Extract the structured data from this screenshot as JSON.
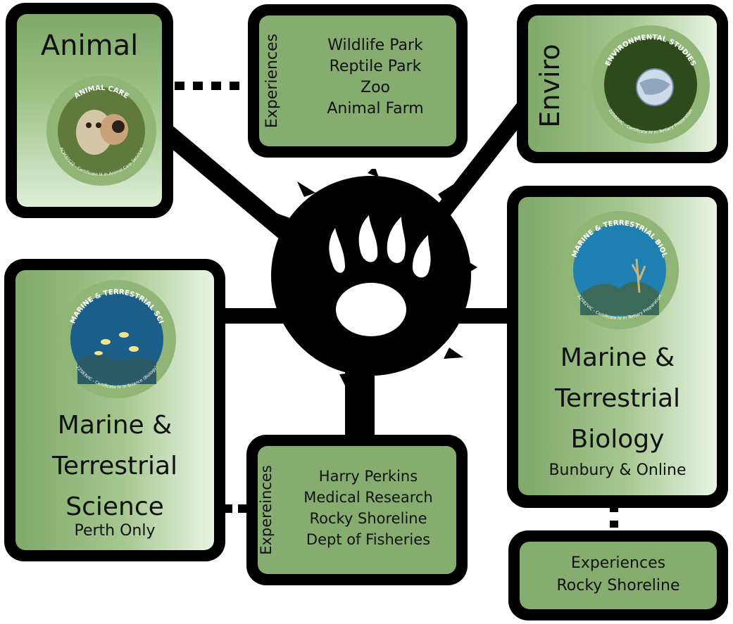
{
  "animal": {
    "title": "Animal",
    "badge_top": "ANIMAL CARE",
    "badge_bottom": "ACM30122 - Certificate III in Animal Care Services"
  },
  "animal_experiences": {
    "heading": "Experiences",
    "items": [
      "Wildlife Park",
      "Reptile Park",
      "Zoo",
      "Animal Farm"
    ]
  },
  "enviro": {
    "title": "Enviro",
    "badge_top": "ENVIRONMENTAL STUDIES",
    "badge_bottom": "22582VIC - Certificate IV in Tertiary Preparation"
  },
  "marine_biology": {
    "badge_top": "MARINE & TERRESTRIAL BIOL",
    "badge_bottom": "22582VIC - Certificate IV in Tertiary Preparation",
    "title_lines": [
      "Marine &",
      "Terrestrial",
      "Biology"
    ],
    "location": "Bunbury & Online"
  },
  "marine_biology_experiences": {
    "heading": "Experiences",
    "items": [
      "Rocky Shoreline"
    ]
  },
  "marine_science": {
    "badge_top": "MARINE & TERRESTRIAL SCI",
    "badge_bottom": "22583VIC - Certificate IV in Science (Biology)",
    "title_lines": [
      "Marine &",
      "Terrestrial",
      "Science"
    ],
    "location": "Perth Only"
  },
  "marine_science_experiences": {
    "heading": "Expereinces",
    "items": [
      "Harry Perkins",
      "Medical Research",
      "Rocky Shoreline",
      "Dept of Fisheries"
    ]
  },
  "colors": {
    "panel_green": "#86ad70",
    "border": "#000000"
  }
}
